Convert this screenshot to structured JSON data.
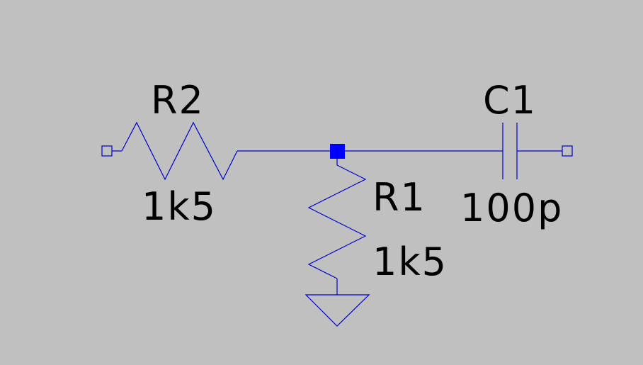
{
  "colors": {
    "background": "#c0c0c0",
    "wire": "#0000cc",
    "junction": "#0000ff",
    "text": "#000000"
  },
  "components": {
    "r2": {
      "name": "R2",
      "value": "1k5"
    },
    "r1": {
      "name": "R1",
      "value": "1k5"
    },
    "c1": {
      "name": "C1",
      "value": "100p"
    }
  }
}
